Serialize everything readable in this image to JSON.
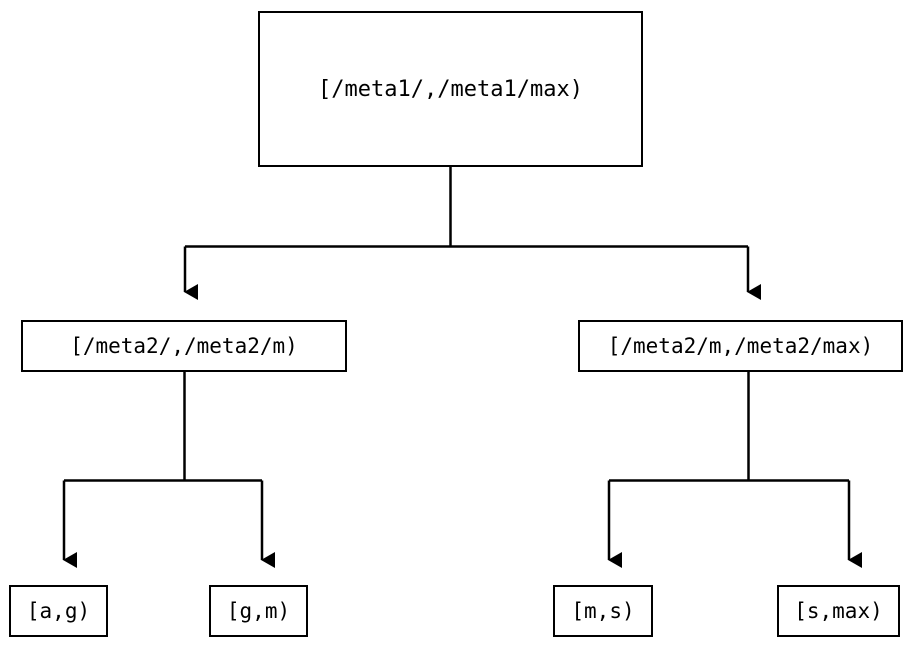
{
  "diagram": {
    "type": "tree",
    "title": "",
    "background_color": "#ffffff",
    "line_color": "#000000",
    "text_color": "#000000",
    "nodes": {
      "root": {
        "label": "[/meta1/,/meta1/max)"
      },
      "mid_left": {
        "label": "[/meta2/,/meta2/m)"
      },
      "mid_right": {
        "label": "[/meta2/m,/meta2/max)"
      },
      "leaf_ag": {
        "label": "[a,g)"
      },
      "leaf_gm": {
        "label": "[g,m)"
      },
      "leaf_ms": {
        "label": "[m,s)"
      },
      "leaf_smax": {
        "label": "[s,max)"
      }
    },
    "edges": [
      {
        "from": "root",
        "to": "mid_left",
        "arrow": "down-triangle"
      },
      {
        "from": "root",
        "to": "mid_right",
        "arrow": "down-triangle"
      },
      {
        "from": "mid_left",
        "to": "leaf_ag",
        "arrow": "down-triangle"
      },
      {
        "from": "mid_left",
        "to": "leaf_gm",
        "arrow": "down-triangle"
      },
      {
        "from": "mid_right",
        "to": "leaf_ms",
        "arrow": "down-triangle"
      },
      {
        "from": "mid_right",
        "to": "leaf_smax",
        "arrow": "down-triangle"
      }
    ]
  }
}
